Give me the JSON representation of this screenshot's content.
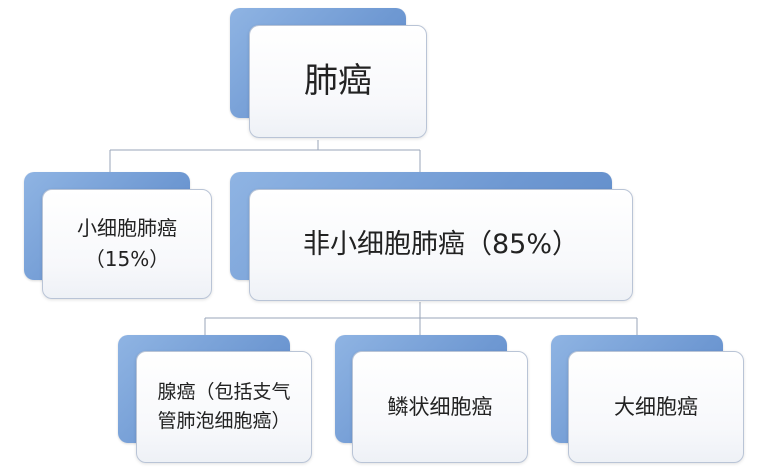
{
  "diagram": {
    "root": {
      "label": "肺癌"
    },
    "level1": [
      {
        "label": "小细胞肺癌\n（15%）"
      },
      {
        "label": "非小细胞肺癌（85%）"
      }
    ],
    "level2": [
      {
        "label": "腺癌（包括支气\n管肺泡细胞癌）"
      },
      {
        "label": "鳞状细胞癌"
      },
      {
        "label": "大细胞癌"
      }
    ],
    "colors": {
      "shadow_top": "#8fb4e3",
      "shadow_bottom": "#5f8bc8",
      "card_border": "#b9c4d6",
      "connector": "#9aa6b8",
      "text": "#222222"
    }
  }
}
